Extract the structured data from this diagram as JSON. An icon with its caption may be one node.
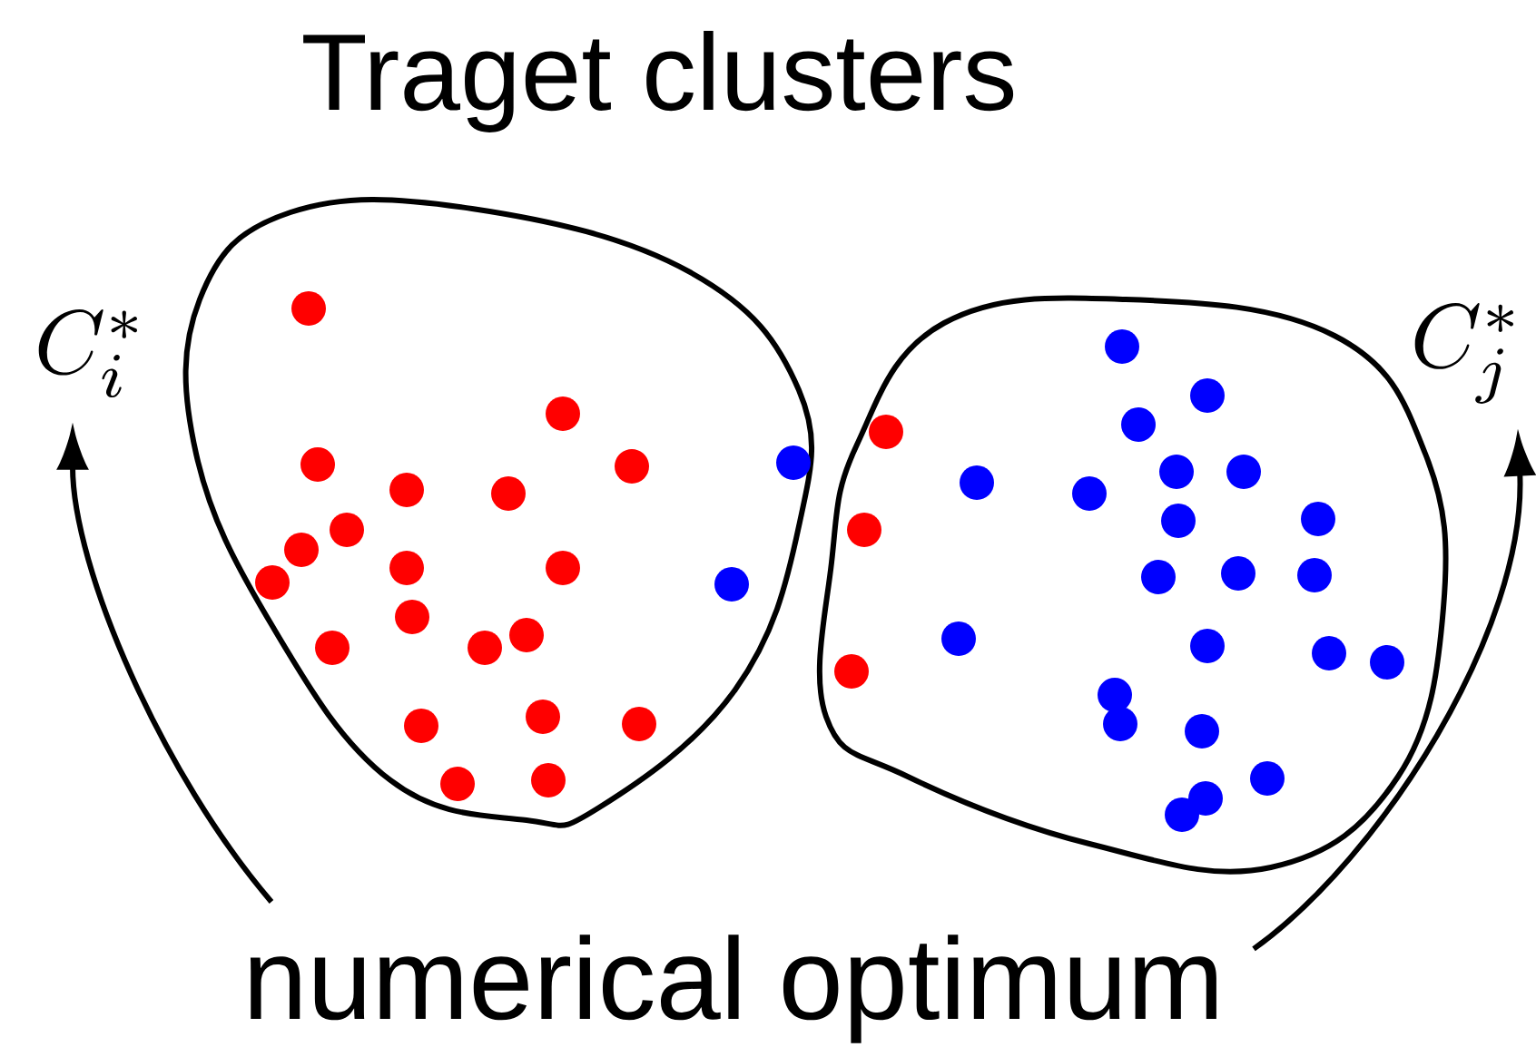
{
  "diagram": {
    "title": "Traget clusters",
    "nodes": [
      {
        "text": [
          "numerical optimum"
        ]
      },
      {
        "text": [
          "C_i^*"
        ]
      },
      {
        "text": [
          "C_j^*"
        ]
      }
    ],
    "edges": [
      {
        "from": 0,
        "to": 1,
        "arrow": "to"
      },
      {
        "from": 0,
        "to": 2,
        "arrow": "to"
      }
    ]
  }
}
